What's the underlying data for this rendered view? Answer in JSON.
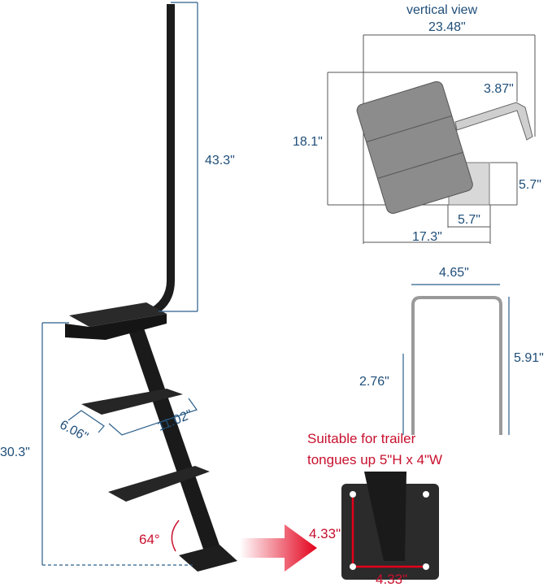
{
  "title": "vertical view",
  "colors": {
    "dimension": "#1f4e79",
    "highlight": "#c8102e",
    "product": "#1c1c1c",
    "diagram_gray": "#8c8c8c"
  },
  "main_view": {
    "height_handle": "43.3\"",
    "height_steps": "30.3\"",
    "step_depth": "6.06\"",
    "step_width": "11.02\"",
    "angle": "64°"
  },
  "vertical_view": {
    "overall_width": "23.48\"",
    "depth": "18.1\"",
    "handle_offset": "3.87\"",
    "plate_height": "5.7\"",
    "plate_width": "5.7\"",
    "base_width": "17.3\""
  },
  "u_bolt": {
    "width": "4.65\"",
    "height": "5.91\"",
    "thread_length": "2.76\""
  },
  "mount": {
    "note_line1": "Suitable for trailer",
    "note_line2": "tongues up 5\"H x 4\"W",
    "hole_spacing_vertical": "4.33\"",
    "hole_spacing_horizontal": "4.33\""
  }
}
